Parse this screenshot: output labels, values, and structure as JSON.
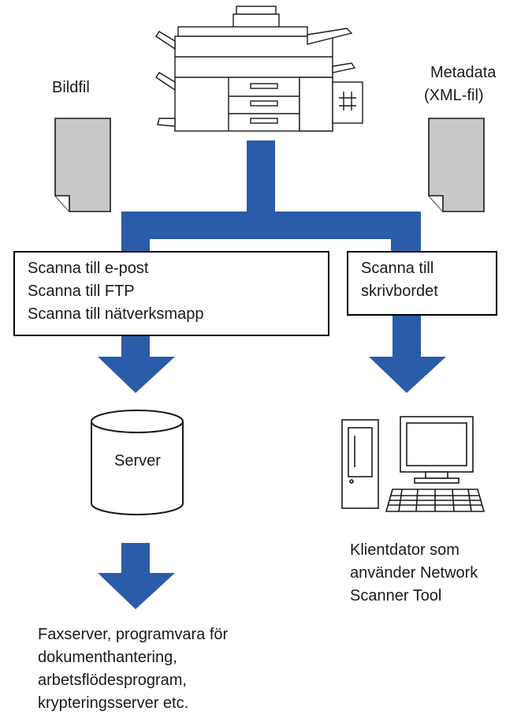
{
  "labels": {
    "image_file": "Bildfil",
    "metadata_line1": "Metadata",
    "metadata_line2": "(XML-fil)",
    "server": "Server"
  },
  "left_box": {
    "lines": [
      "Scanna till e-post",
      "Scanna till FTP",
      "Scanna till nätverksmapp"
    ]
  },
  "right_box": {
    "lines": [
      "Scanna till",
      "skrivbordet"
    ]
  },
  "client_caption": {
    "lines": [
      "Klientdator som",
      "använder Network",
      "Scanner Tool"
    ]
  },
  "destinations_caption": {
    "lines": [
      "Faxserver, programvara för",
      "dokumenthantering,",
      "arbetsflödesprogram,",
      "krypteringsserver etc."
    ]
  },
  "colors": {
    "flow_blue": "#2a5caa",
    "document_gray": "#c8c8c8",
    "outline": "#1a1a1a"
  },
  "icons": [
    "multifunction-printer-icon",
    "document-icon",
    "server-cylinder-icon",
    "desktop-computer-icon"
  ]
}
